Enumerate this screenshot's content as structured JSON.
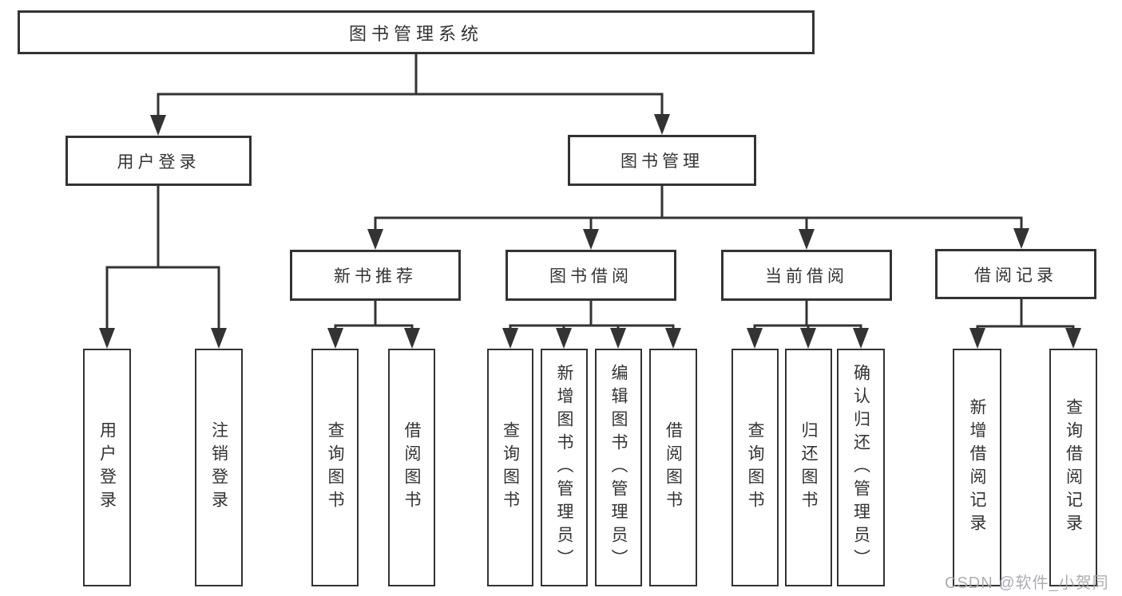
{
  "diagram": {
    "title": "图书管理系统",
    "level2": {
      "user_login": "用户登录",
      "book_management": "图书管理"
    },
    "level3": {
      "new_book_recommend": "新书推荐",
      "book_borrow": "图书借阅",
      "current_borrow": "当前借阅",
      "borrow_records": "借阅记录"
    },
    "leaves": {
      "user_login": "用户登录",
      "logout": "注销登录",
      "nb_query_books": "查询图书",
      "nb_borrow_books": "借阅图书",
      "bb_query_books": "查询图书",
      "bb_add_books_admin": "新增图书（管理员）",
      "bb_edit_books_admin": "编辑图书（管理员）",
      "bb_borrow_books": "借阅图书",
      "cb_query_books": "查询图书",
      "cb_return_books": "归还图书",
      "cb_confirm_return_admin": "确认归还（管理员）",
      "br_add_record": "新增借阅记录",
      "br_query_record": "查询借阅记录"
    }
  },
  "watermark": "CSDN @软件_小贺同学",
  "colors": {
    "line": "#333333",
    "text": "#333333",
    "box_background": "#ffffff",
    "watermark": "#a5a5ab",
    "background": "#ffffff"
  }
}
